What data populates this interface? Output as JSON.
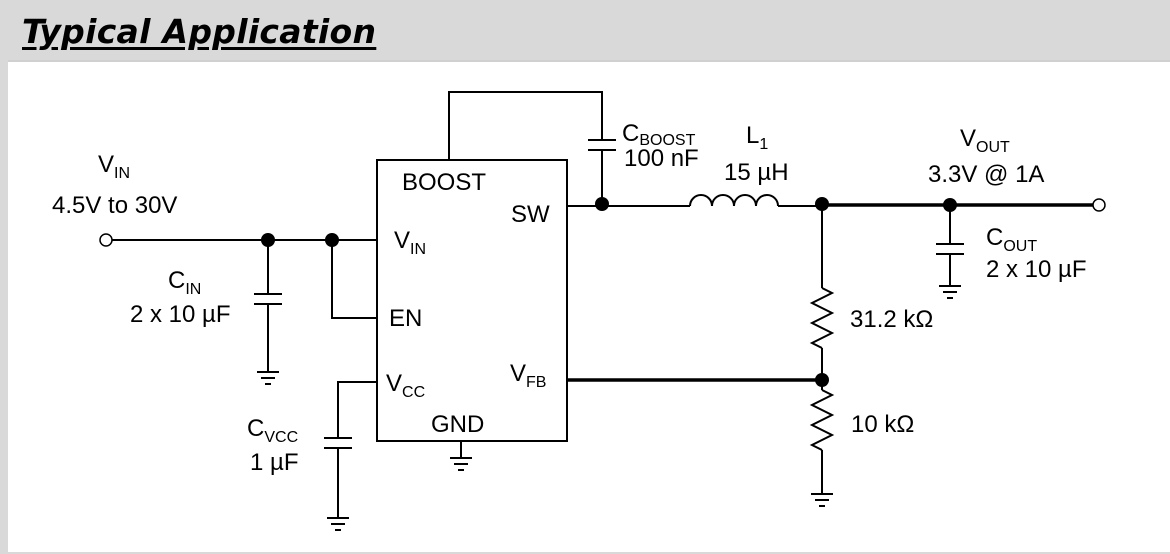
{
  "header": {
    "title": "Typical Application"
  },
  "ic": {
    "pins": {
      "boost": "BOOST",
      "sw": "SW",
      "vin_main": "V",
      "vin_sub": "IN",
      "en": "EN",
      "vcc_main": "V",
      "vcc_sub": "CC",
      "vfb_main": "V",
      "vfb_sub": "FB",
      "gnd": "GND"
    }
  },
  "input": {
    "label_main": "V",
    "label_sub": "IN",
    "range": "4.5V to 30V"
  },
  "output": {
    "label_main": "V",
    "label_sub": "OUT",
    "rating": "3.3V @ 1A"
  },
  "components": {
    "cin": {
      "main": "C",
      "sub": "IN",
      "value": "2 x 10 µF"
    },
    "cboost": {
      "main": "C",
      "sub": "BOOST",
      "value": "100 nF"
    },
    "l1": {
      "main": "L",
      "sub": "1",
      "value": "15 µH"
    },
    "cout": {
      "main": "C",
      "sub": "OUT",
      "value": "2 x 10 µF"
    },
    "cvcc": {
      "main": "C",
      "sub": "VCC",
      "value": "1 µF"
    },
    "r_top": {
      "value": "31.2 kΩ"
    },
    "r_bot": {
      "value": "10 kΩ"
    }
  }
}
